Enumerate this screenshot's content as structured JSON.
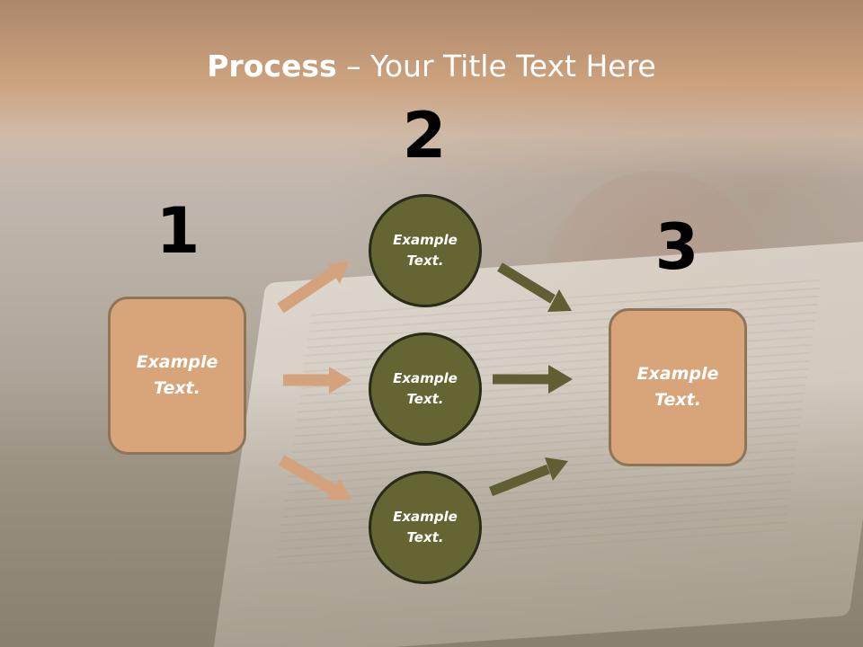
{
  "title": {
    "bold": "Process",
    "rest": " – Your Title Text Here"
  },
  "steps": {
    "one": "1",
    "two": "2",
    "three": "3"
  },
  "boxes": {
    "left": [
      "Example",
      "Text."
    ],
    "right": [
      "Example",
      "Text."
    ]
  },
  "circles": {
    "top": [
      "Example",
      "Text."
    ],
    "middle": [
      "Example",
      "Text."
    ],
    "bottom": [
      "Example",
      "Text."
    ]
  },
  "colors": {
    "box_fill": "#d8a57b",
    "circle_fill": "#656433",
    "arrow_tan": "#d4a27c",
    "arrow_olive": "#5f5f33"
  }
}
